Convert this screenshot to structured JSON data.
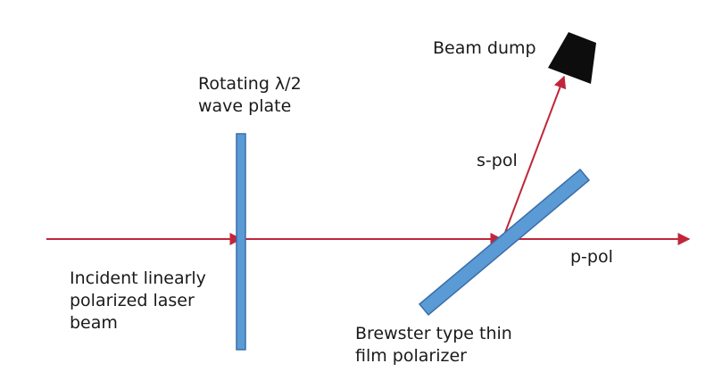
{
  "colors": {
    "beam": "#c0263a",
    "optic_fill": "#5b9bd5",
    "optic_stroke": "#3a6ea8",
    "dump_fill": "#0d0d0d",
    "text": "#1a1a1a"
  },
  "labels": {
    "wave_plate": [
      "Rotating λ/2",
      "wave plate"
    ],
    "beam_dump": "Beam dump",
    "s_pol": "s-pol",
    "p_pol": "p-pol",
    "incident": [
      "Incident linearly",
      "polarized laser",
      "beam"
    ],
    "polarizer": [
      "Brewster type thin",
      "film polarizer"
    ]
  }
}
